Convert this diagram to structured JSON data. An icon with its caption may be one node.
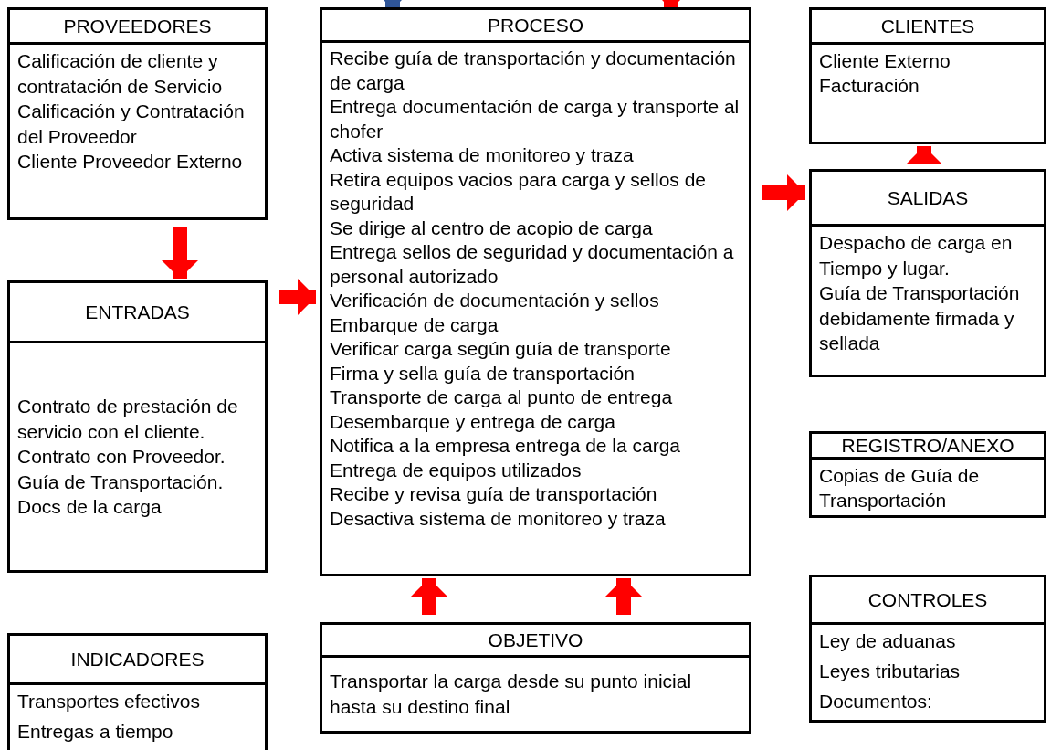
{
  "diagram": {
    "nodes": [
      {
        "text": [
          "PROVEEDORES",
          "Calificación de cliente y contratación de Servicio",
          "Calificación y Contratación del Proveedor",
          "Cliente Proveedor Externo"
        ]
      },
      {
        "text": [
          "PROCESO",
          "Recibe guía de transportación y documentación de carga",
          "Entrega documentación de carga y transporte al chofer",
          "Activa sistema de monitoreo y traza",
          "Retira equipos vacios para carga y sellos de seguridad",
          "Se dirige al centro de acopio de carga",
          "Entrega sellos de seguridad y documentación a personal autorizado",
          "Verificación de documentación y sellos",
          "Embarque de carga",
          "Verificar carga según guía de transporte",
          "Firma y sella guía de transportación",
          "Transporte de carga al punto de entrega",
          "Desembarque y entrega de carga",
          "Notifica a la empresa entrega de la carga",
          "Entrega de equipos utilizados",
          "Recibe y revisa guía de transportación",
          "Desactiva sistema de monitoreo y traza"
        ]
      },
      {
        "text": [
          "CLIENTES",
          "Cliente Externo",
          "Facturación"
        ]
      },
      {
        "text": [
          "SALIDAS",
          "Despacho de carga en Tiempo y lugar.",
          "Guía de Transportación debidamente firmada y sellada"
        ]
      },
      {
        "text": [
          "ENTRADAS",
          "Contrato de prestación de servicio con el cliente.",
          "Contrato con Proveedor.",
          "Guía de Transportación.",
          "Docs de la carga"
        ]
      },
      {
        "text": [
          "REGISTRO/ANEXO",
          "Copias de Guía de Transportación"
        ]
      },
      {
        "text": [
          "CONTROLES",
          "Ley de aduanas",
          "Leyes tributarias",
          "Documentos:"
        ]
      },
      {
        "text": [
          "INDICADORES",
          "Transportes efectivos",
          "Entregas a tiempo"
        ]
      },
      {
        "text": [
          "OBJETIVO",
          "Transportar la carga desde su punto inicial hasta su destino final"
        ]
      }
    ],
    "edges": [
      {
        "from": 0,
        "to": 4,
        "arrow": "to"
      },
      {
        "from": 4,
        "to": 1,
        "arrow": "to"
      },
      {
        "from": 1,
        "to": 3,
        "arrow": "to"
      },
      {
        "from": 3,
        "to": 2,
        "arrow": "to"
      },
      {
        "from": 8,
        "to": 1,
        "arrow": "to"
      },
      {
        "from": 8,
        "to": 1,
        "arrow": "to"
      },
      {
        "from": null,
        "to": 1,
        "arrow": "to",
        "color": "#2f5597"
      },
      {
        "from": null,
        "to": 1,
        "arrow": "to"
      }
    ]
  }
}
